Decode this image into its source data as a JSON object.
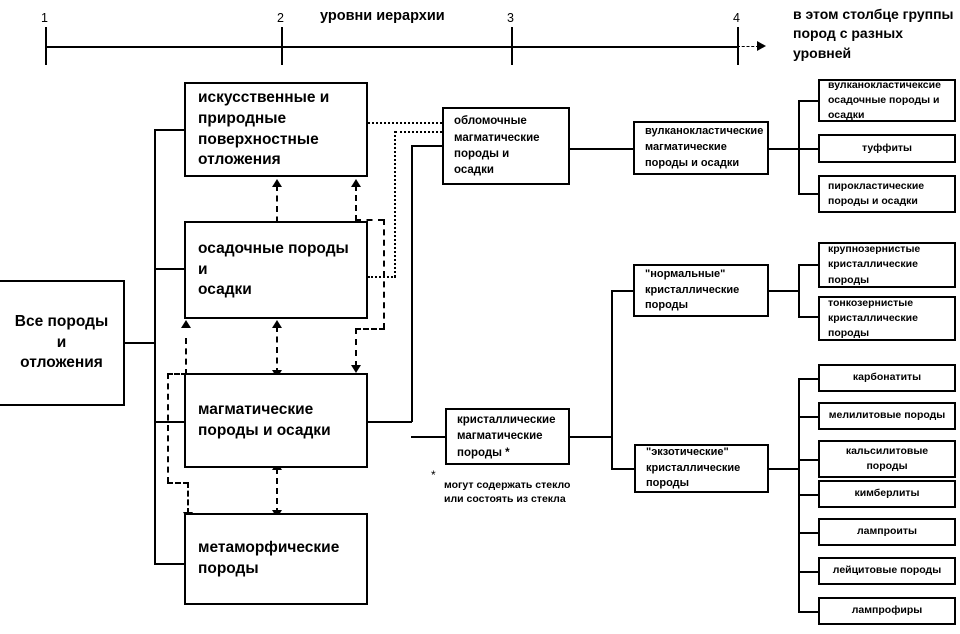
{
  "header": {
    "levels_title": "уровни иерархии",
    "right_title": "в этом столбце\nгруппы пород с\nразных уровней",
    "ticks": [
      "1",
      "2",
      "3",
      "4"
    ]
  },
  "root": {
    "label": "Все породы\nи\nотложения"
  },
  "level2": [
    {
      "label": "искусственные и\nприродные\nповерхностные\nотложения"
    },
    {
      "label": "осадочные породы\nи\nосадки"
    },
    {
      "label": "магматические\nпороды и осадки"
    },
    {
      "label": "метаморфические\nпороды"
    }
  ],
  "level3": [
    {
      "label": "обломочные\nмагматические\nпороды и\nосадки"
    },
    {
      "label": "кристаллические\nмагматические\nпороды *"
    }
  ],
  "level4": [
    {
      "label": "вулканокластические\nмагматические\nпороды и осадки"
    },
    {
      "label": "\"нормальные\"\nкристаллические\nпороды"
    },
    {
      "label": "\"экзотические\"\nкристаллические\nпороды"
    }
  ],
  "leaves_volcaniclastic": [
    {
      "label": "вулканокластичексие\nосадочные породы и\nосадки",
      "center": false
    },
    {
      "label": "туффиты",
      "center": true
    },
    {
      "label": "пирокластические\nпороды и осадки",
      "center": false
    }
  ],
  "leaves_normal": [
    {
      "label": "крупнозернистые\nкристаллические\nпороды",
      "center": false
    },
    {
      "label": "тонкозернистые\nкристаллические\nпороды",
      "center": false
    }
  ],
  "leaves_exotic": [
    {
      "label": "карбонатиты",
      "center": true
    },
    {
      "label": "мелилитовые породы",
      "center": true
    },
    {
      "label": "кальсилитовые\nпороды",
      "center": true
    },
    {
      "label": "кимберлиты",
      "center": true
    },
    {
      "label": "лампроиты",
      "center": true
    },
    {
      "label": "лейцитовые породы",
      "center": true
    },
    {
      "label": "лампрофиры",
      "center": true
    }
  ],
  "footnote": {
    "star": "*",
    "text": "могут содержать стекло\nили состоять из стекла"
  },
  "colors": {
    "line": "#000000",
    "background": "#ffffff",
    "text": "#000000"
  }
}
